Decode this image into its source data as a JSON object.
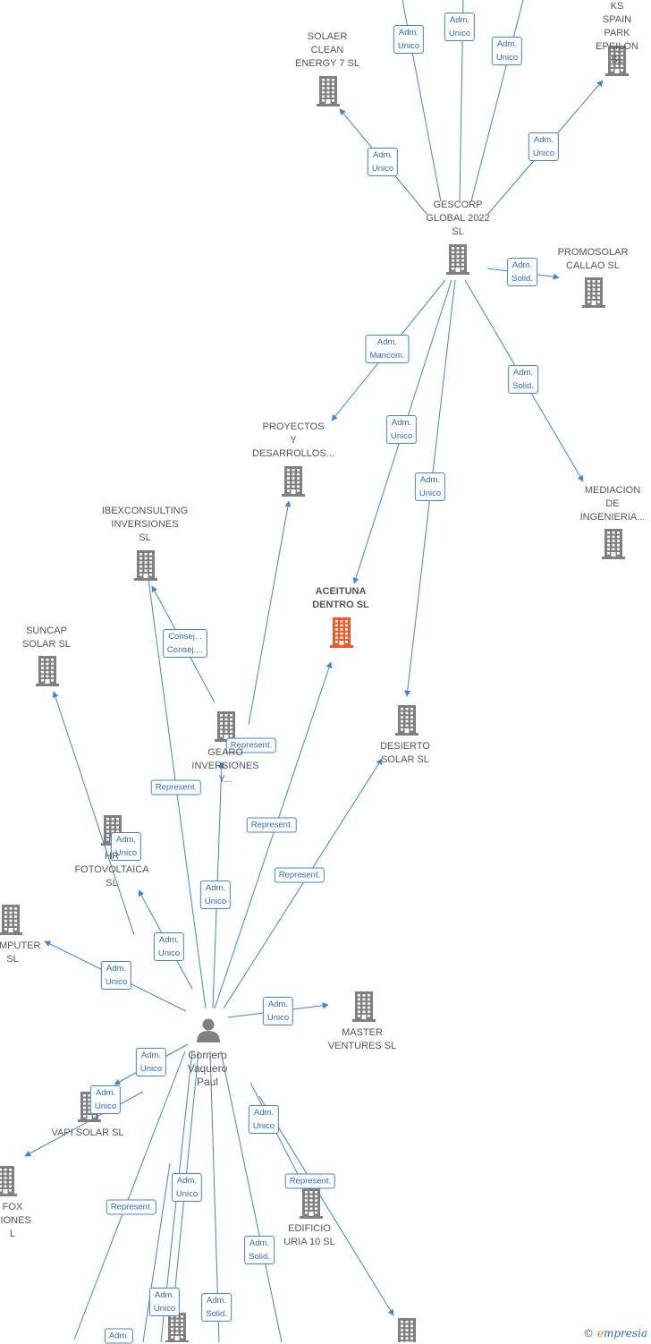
{
  "nodes": [
    {
      "id": "gescorp",
      "label": "GESCORP\nGLOBAL 2022\nSL",
      "type": "company",
      "highlight": false
    },
    {
      "id": "solaer",
      "label": "SOLAER\nCLEAN\nENERGY 7  SL",
      "type": "company",
      "highlight": false
    },
    {
      "id": "ksspain",
      "label": "KS SPAIN\nPARK\nEPSILON  SL",
      "type": "company",
      "highlight": false
    },
    {
      "id": "promosolar",
      "label": "PROMOSOLAR\nCALLAO  SL",
      "type": "company",
      "highlight": false
    },
    {
      "id": "proyectos",
      "label": "PROYECTOS\nY\nDESARROLLOS...",
      "type": "company",
      "highlight": false
    },
    {
      "id": "mediacion",
      "label": "MEDIACION\nDE\nINGENIERIA...",
      "type": "company",
      "highlight": false
    },
    {
      "id": "ibex",
      "label": "IBEXCONSULTING\nINVERSIONES\nSL",
      "type": "company",
      "highlight": false
    },
    {
      "id": "aceituna",
      "label": "ACEITUNA\nDENTRO  SL",
      "type": "company",
      "highlight": true
    },
    {
      "id": "suncap",
      "label": "SUNCAP\nSOLAR  SL",
      "type": "company",
      "highlight": false
    },
    {
      "id": "gearo",
      "label": "GEARO\nINVERSIONES\nY...",
      "type": "company",
      "highlight": false
    },
    {
      "id": "desierto",
      "label": "DESIERTO\nSOLAR  SL",
      "type": "company",
      "highlight": false
    },
    {
      "id": "hr",
      "label": "HR\nFOTOVOLTAICA\nSL",
      "type": "company",
      "highlight": false
    },
    {
      "id": "computer",
      "label": "COMPUTER\nSL",
      "type": "company",
      "highlight": false
    },
    {
      "id": "master",
      "label": "MASTER\nVENTURES  SL",
      "type": "company",
      "highlight": false
    },
    {
      "id": "person",
      "label": "Gomero\nVaquero\nPaul",
      "type": "person",
      "highlight": false
    },
    {
      "id": "vapi",
      "label": "VAPI SOLAR SL",
      "type": "company",
      "highlight": false
    },
    {
      "id": "fox",
      "label": "FOX\nSIONES\nL",
      "type": "company",
      "highlight": false
    },
    {
      "id": "edificio",
      "label": "EDIFICIO\nURIA 10  SL",
      "type": "company",
      "highlight": false
    },
    {
      "id": "bottom1",
      "label": "",
      "type": "company",
      "highlight": false
    },
    {
      "id": "bottom2",
      "label": "",
      "type": "company",
      "highlight": false
    }
  ],
  "edges": [
    {
      "label": "Adm.\nUnico"
    },
    {
      "label": "Adm.\nUnico"
    },
    {
      "label": "Adm.\nUnico"
    },
    {
      "label": "Adm.\nUnico"
    },
    {
      "label": "Adm.\nUnico"
    },
    {
      "label": "Adm.\nSolid."
    },
    {
      "label": "Adm.\nMancom."
    },
    {
      "label": "Adm.\nSolid."
    },
    {
      "label": "Adm.\nUnico"
    },
    {
      "label": "Adm.\nUnico"
    },
    {
      "label": "Consej. .\nConsej...."
    },
    {
      "label": "Represent."
    },
    {
      "label": "Represent."
    },
    {
      "label": "Represent."
    },
    {
      "label": "Represent."
    },
    {
      "label": "Adm.\nUnico"
    },
    {
      "label": "Adm.\nUnico"
    },
    {
      "label": "Adm.\nUnico"
    },
    {
      "label": "Adm.\nUnico"
    },
    {
      "label": "Adm.\nUnico"
    },
    {
      "label": "Adm.\nUnico"
    },
    {
      "label": "Adm.\nUnico"
    },
    {
      "label": "Adm.\nUnico"
    },
    {
      "label": "Represent."
    },
    {
      "label": "Adm.\nUnico"
    },
    {
      "label": "Represent."
    },
    {
      "label": "Adm.\nSolid."
    },
    {
      "label": "Adm.\nUnico"
    },
    {
      "label": "Adm.\nSolid."
    },
    {
      "label": "Adm."
    }
  ],
  "watermark": {
    "copyright": "©",
    "e": "e",
    "rest": "mpresia"
  },
  "colors": {
    "building": "#808080",
    "highlight": "#f05a28",
    "edge": "#3f84d8",
    "label": "#555555"
  }
}
